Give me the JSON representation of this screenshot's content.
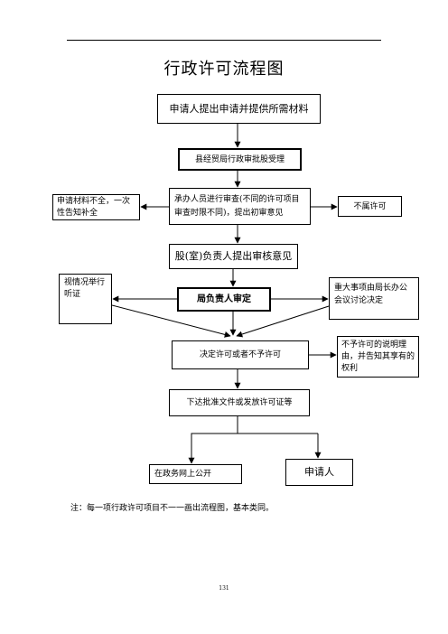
{
  "title": "行政许可流程图",
  "boxes": {
    "apply": "申请人提出申请并提供所需材料",
    "accept": "县经贸局行政审批股受理",
    "review": "承办人员进行审查(不同的许可项目审查时限不同)，提出初审意见",
    "incomplete": "申请材料不全，一次性告知补全",
    "reject": "不属许可",
    "section_opinion": "股(室)负责人提出审核意见",
    "hearing": "视情况举行听证",
    "director_decision": "局负责人审定",
    "collective": "重大事项由局长办公会议讨论决定",
    "permit_decision": "决定许可或者不予许可",
    "no_permit_explain": "不予许可的说明理由，并告知其享有的权利",
    "issue": "下达批准文件或发放许可证等",
    "publish": "在政务网上公开",
    "applicant": "申请人"
  },
  "note": "注：每一项行政许可项目不一一画出流程图，基本类同。",
  "page_number": "131"
}
